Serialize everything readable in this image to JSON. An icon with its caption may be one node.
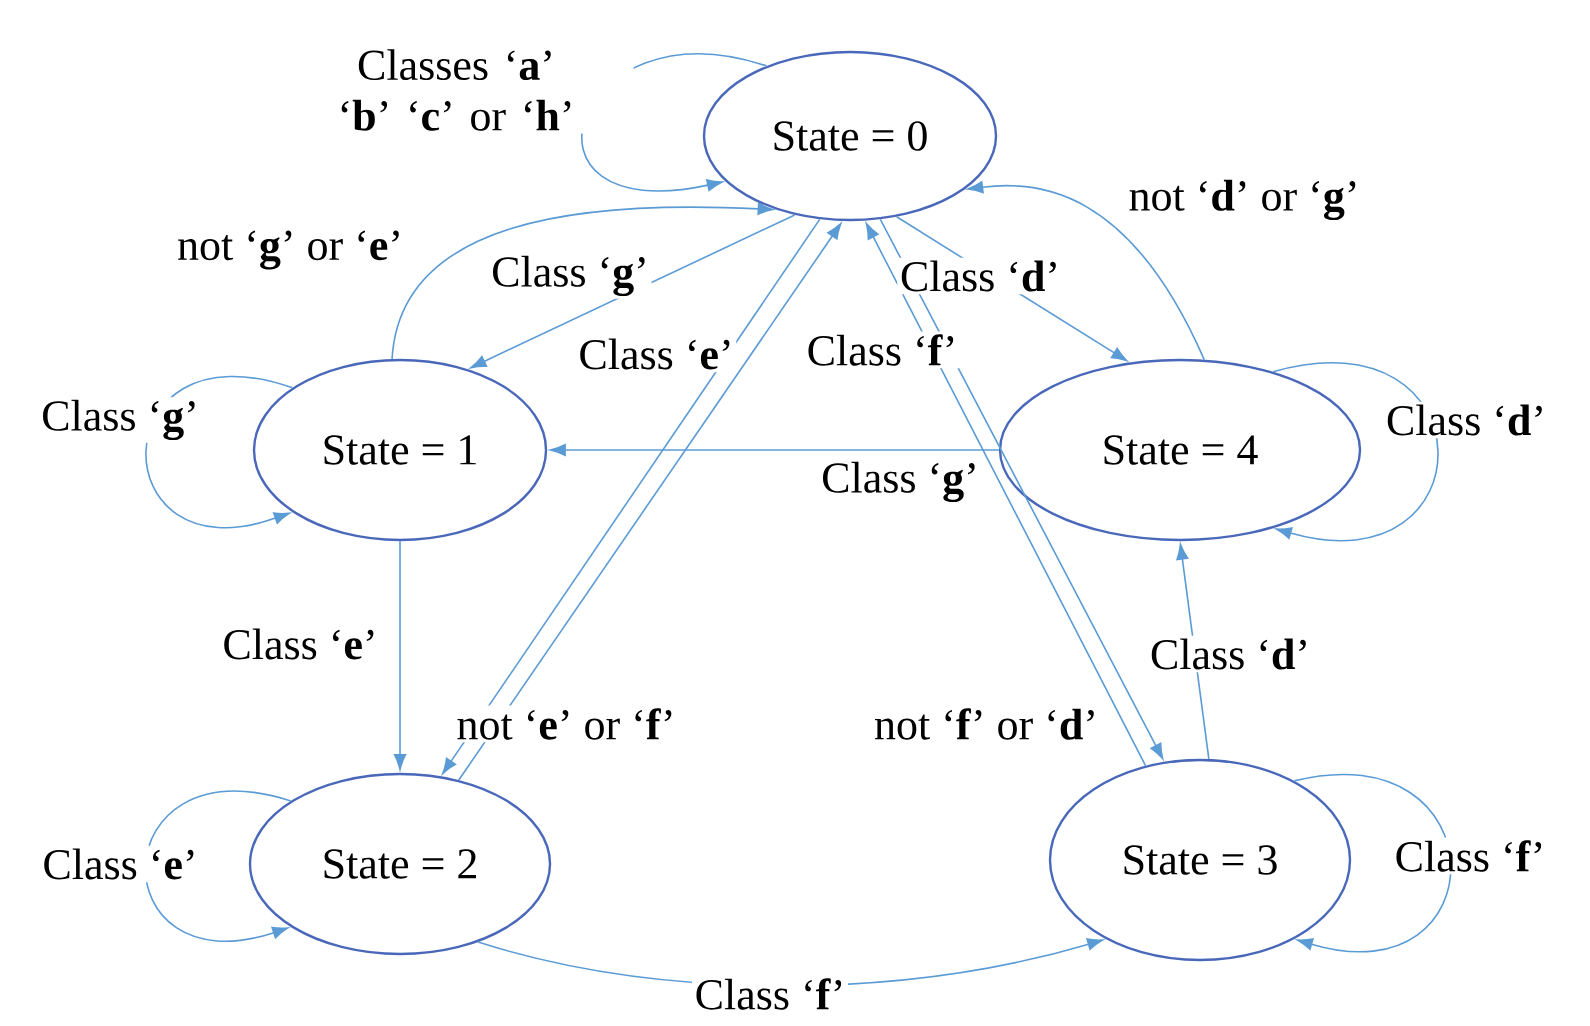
{
  "diagram": {
    "nodes": [
      {
        "text": [
          "State = 0"
        ]
      },
      {
        "text": [
          "State = 1"
        ]
      },
      {
        "text": [
          "State = 2"
        ]
      },
      {
        "text": [
          "State = 3"
        ]
      },
      {
        "text": [
          "State = 4"
        ]
      }
    ],
    "edges": [
      {
        "from": 0,
        "to": 0,
        "arrow": "to",
        "label": "Classes ‘**a**’ ‘**b**’ ‘**c**’ or ‘**h**’"
      },
      {
        "from": 1,
        "to": 0,
        "arrow": "to",
        "label": "not ‘**g**’ or ‘**e**’"
      },
      {
        "from": 0,
        "to": 1,
        "arrow": "to",
        "label": "Class ‘**g**’"
      },
      {
        "from": 2,
        "to": 0,
        "arrow": "to",
        "label": "Class ‘**e**’"
      },
      {
        "from": 0,
        "to": 2,
        "arrow": "to",
        "label": "not ‘**e**’ or ‘**f**’"
      },
      {
        "from": 1,
        "to": 1,
        "arrow": "to",
        "label": "Class ‘**g**’"
      },
      {
        "from": 1,
        "to": 2,
        "arrow": "to",
        "label": "Class ‘**e**’"
      },
      {
        "from": 2,
        "to": 2,
        "arrow": "to",
        "label": "Class ‘**e**’"
      },
      {
        "from": 2,
        "to": 3,
        "arrow": "to",
        "label": "Class ‘**f**’"
      },
      {
        "from": 3,
        "to": 3,
        "arrow": "to",
        "label": "Class ‘**f**’"
      },
      {
        "from": 3,
        "to": 4,
        "arrow": "to",
        "label": "Class ‘**d**’"
      },
      {
        "from": 4,
        "to": 4,
        "arrow": "to",
        "label": "Class ‘**d**’"
      },
      {
        "from": 4,
        "to": 1,
        "arrow": "to",
        "label": "Class ‘**g**’"
      },
      {
        "from": 0,
        "to": 4,
        "arrow": "to",
        "label": "Class ‘**d**’"
      },
      {
        "from": 4,
        "to": 0,
        "arrow": "to",
        "label": "not ‘**d**’ or ‘**g**’"
      },
      {
        "from": 3,
        "to": 0,
        "arrow": "to",
        "label": "Class ‘**f**’"
      },
      {
        "from": 0,
        "to": 3,
        "arrow": "to",
        "label": "not ‘**f**’ or ‘**d**’"
      }
    ]
  }
}
